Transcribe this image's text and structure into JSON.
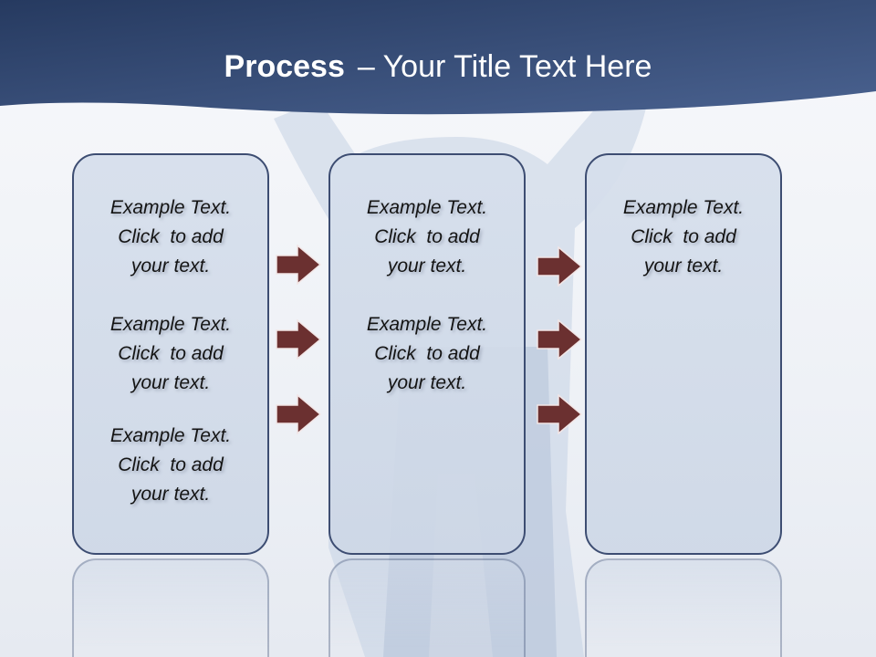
{
  "title": {
    "bold": "Process",
    "rest": "– Your Title Text Here"
  },
  "columns": [
    {
      "items": [
        {
          "line1": "Example Text.",
          "line2": "Click  to add",
          "line3": "your text."
        },
        {
          "line1": "Example Text.",
          "line2": "Click  to add",
          "line3": "your text."
        },
        {
          "line1": "Example Text.",
          "line2": "Click  to add",
          "line3": "your text."
        }
      ]
    },
    {
      "items": [
        {
          "line1": "Example Text.",
          "line2": "Click  to add",
          "line3": "your text."
        },
        {
          "line1": "Example Text.",
          "line2": "Click  to add",
          "line3": "your text."
        }
      ]
    },
    {
      "items": [
        {
          "line1": "Example Text.",
          "line2": "Click  to add",
          "line3": "your text."
        }
      ]
    }
  ],
  "colors": {
    "header": "#2f4570",
    "arrow_fill": "#6b3030",
    "box_border": "#3d4d72"
  }
}
